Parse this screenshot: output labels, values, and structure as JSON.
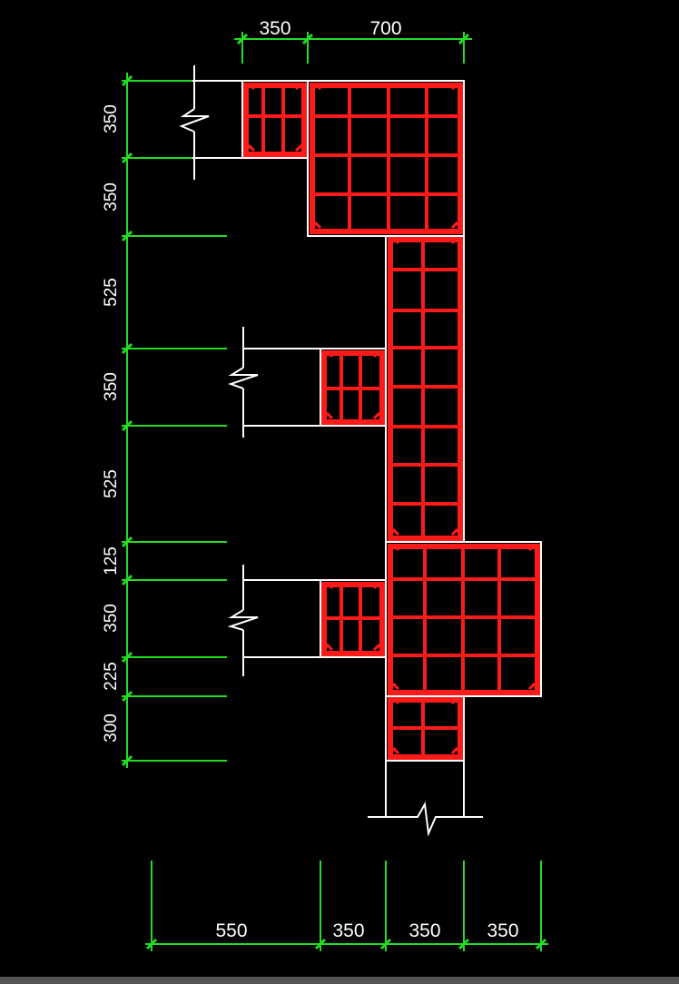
{
  "colors": {
    "background": "#000000",
    "outline": "#ffffff",
    "rebar": "#ff1a1a",
    "dimension": "#22dd22",
    "text": "#ffffff"
  },
  "top_dims": [
    "350",
    "700"
  ],
  "left_dims": [
    "350",
    "350",
    "525",
    "350",
    "525",
    "125",
    "350",
    "225",
    "300"
  ],
  "bottom_dims": [
    "550",
    "350",
    "350",
    "350"
  ]
}
